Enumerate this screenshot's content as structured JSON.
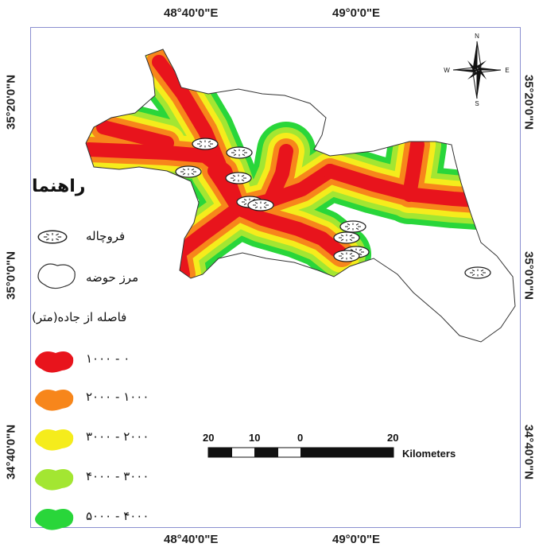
{
  "graticule": {
    "lon_top": [
      "48°40'0\"E",
      "49°0'0\"E"
    ],
    "lon_bottom": [
      "48°40'0\"E",
      "49°0'0\"E"
    ],
    "lat_left": [
      "35°20'0\"N",
      "35°0'0\"N",
      "34°40'0\"N"
    ],
    "lat_right": [
      "35°20'0\"N",
      "35°0'0\"N",
      "34°40'0\"N"
    ]
  },
  "north_arrow": {
    "n": "N",
    "s": "S",
    "e": "E",
    "w": "W"
  },
  "legend": {
    "title": "راهنما",
    "landslide_label": "فروچاله",
    "basin_label": "مرز حوضه",
    "distance_title": "فاصله از جاده(متر)",
    "classes": [
      {
        "label": "۰ - ۱۰۰۰",
        "color": "#e8141c"
      },
      {
        "label": "۱۰۰۰ - ۲۰۰۰",
        "color": "#f7861b"
      },
      {
        "label": "۲۰۰۰ - ۳۰۰۰",
        "color": "#f5ec1c"
      },
      {
        "label": "۳۰۰۰ - ۴۰۰۰",
        "color": "#a3e632"
      },
      {
        "label": "۴۰۰۰ - ۵۰۰۰",
        "color": "#29d63a"
      }
    ]
  },
  "scale_bar": {
    "ticks": [
      "20",
      "10",
      "0",
      "20"
    ],
    "unit": "Kilometers"
  }
}
